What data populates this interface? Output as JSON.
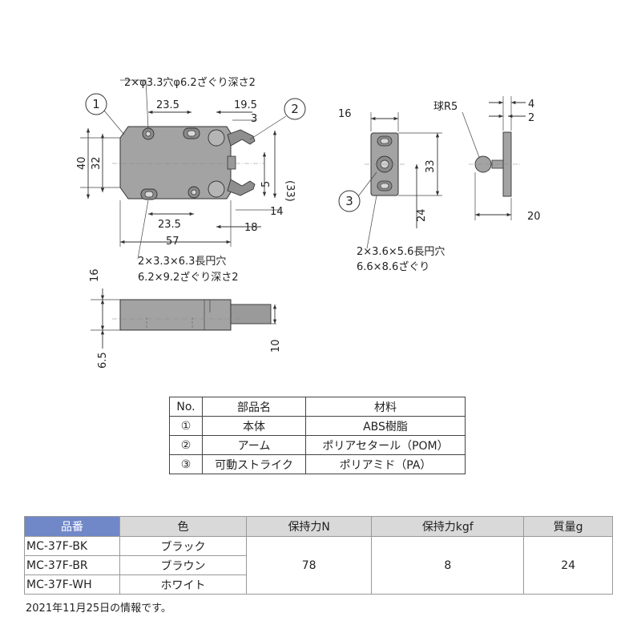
{
  "drawing": {
    "callouts": [
      "1",
      "2",
      "3"
    ],
    "front_view": {
      "hole_note_top": "2×φ3.3穴φ6.2ざぐり深さ2",
      "dim_23_5_top": "23.5",
      "dim_19_5": "19.5",
      "dim_3": "3",
      "dim_40": "40",
      "dim_32": "32",
      "dim_33_ref": "(33)",
      "dim_5": "5",
      "dim_14": "14",
      "dim_23_5_bottom": "23.5",
      "dim_18": "18",
      "dim_57": "57",
      "slot_note_line1": "2×3.3×6.3長円穴",
      "slot_note_line2": "6.2×9.2ざぐり深さ2"
    },
    "strike_view": {
      "dim_16": "16",
      "dim_33": "33",
      "dim_24": "24",
      "dim_4": "4",
      "dim_2": "2",
      "dim_20": "20",
      "ball_label": "球R5",
      "slot_note_line1": "2×3.6×5.6長円穴",
      "slot_note_line2": "6.6×8.6ざぐり"
    },
    "side_view": {
      "dim_16": "16",
      "dim_6_5": "6.5",
      "dim_10": "10"
    }
  },
  "parts_table": {
    "headers": [
      "No.",
      "部品名",
      "材料"
    ],
    "rows": [
      {
        "no": "①",
        "part": "本体",
        "material": "ABS樹脂"
      },
      {
        "no": "②",
        "part": "アーム",
        "material": "ポリアセタール（POM）"
      },
      {
        "no": "③",
        "part": "可動ストライク",
        "material": "ポリアミド（PA）"
      }
    ]
  },
  "spec_table": {
    "headers": [
      "品番",
      "色",
      "保持力N",
      "保持力kgf",
      "質量g"
    ],
    "rows": [
      {
        "code": "MC-37F-BK",
        "color": "ブラック"
      },
      {
        "code": "MC-37F-BR",
        "color": "ブラウン"
      },
      {
        "code": "MC-37F-WH",
        "color": "ホワイト"
      }
    ],
    "holding_force_n": "78",
    "holding_force_kgf": "8",
    "mass_g": "24"
  },
  "note": "2021年11月25日の情報です。",
  "colors": {
    "body_fill": "#a3a3a3",
    "body_dark": "#7c7c7c",
    "header_accent": "#7088c8",
    "header_gray": "#d9d9d9"
  }
}
